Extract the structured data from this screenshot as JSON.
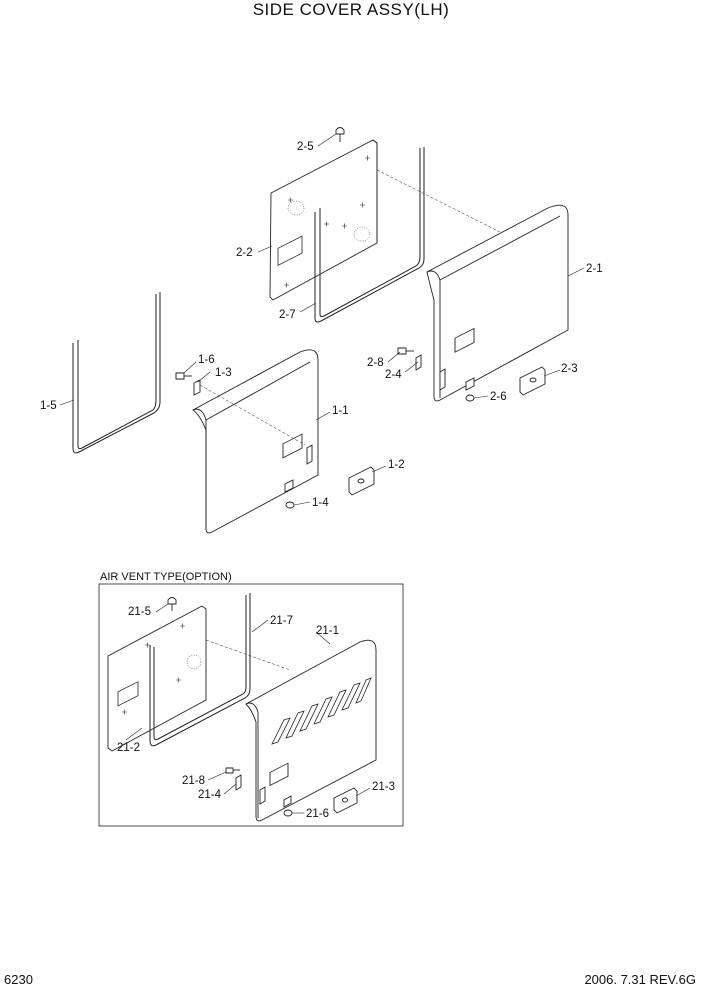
{
  "title": "SIDE COVER ASSY(LH)",
  "page_number": "6230",
  "revision": "2006. 7.31  REV.6G",
  "section_label": "AIR VENT TYPE(OPTION)",
  "part_labels": {
    "p2_5": "2-5",
    "p2_2": "2-2",
    "p2_7": "2-7",
    "p2_1": "2-1",
    "p2_8": "2-8",
    "p2_4": "2-4",
    "p2_3": "2-3",
    "p2_6": "2-6",
    "p1_6": "1-6",
    "p1_3": "1-3",
    "p1_5": "1-5",
    "p1_1": "1-1",
    "p1_2": "1-2",
    "p1_4": "1-4",
    "p21_5": "21-5",
    "p21_7": "21-7",
    "p21_1": "21-1",
    "p21_2": "21-2",
    "p21_8": "21-8",
    "p21_4": "21-4",
    "p21_3": "21-3",
    "p21_6": "21-6"
  }
}
